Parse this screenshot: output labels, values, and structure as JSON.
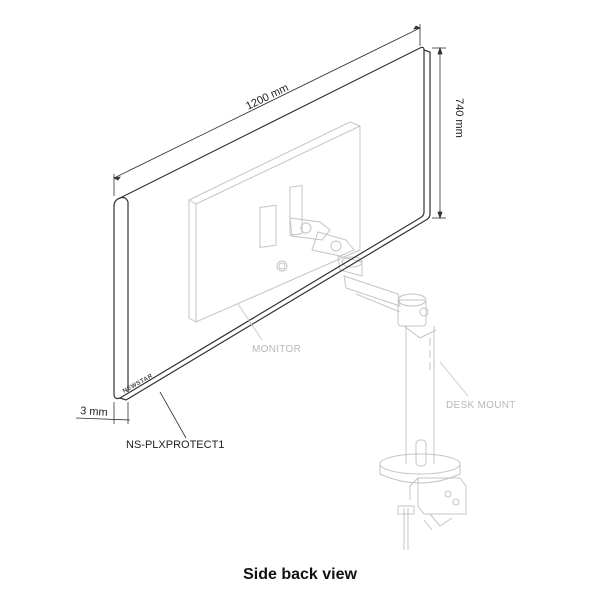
{
  "dimensions": {
    "width_label": "1200 mm",
    "height_label": "740 mm",
    "thickness_label": "3 mm"
  },
  "labels": {
    "monitor": "MONITOR",
    "desk_mount": "DESK MOUNT",
    "model": "NS-PLXPROTECT1",
    "brand": "NEWSTAR"
  },
  "caption": "Side back view",
  "colors": {
    "outline": "#333333",
    "ghost": "#c4c4c4",
    "callout_text": "#b8b8b8"
  }
}
